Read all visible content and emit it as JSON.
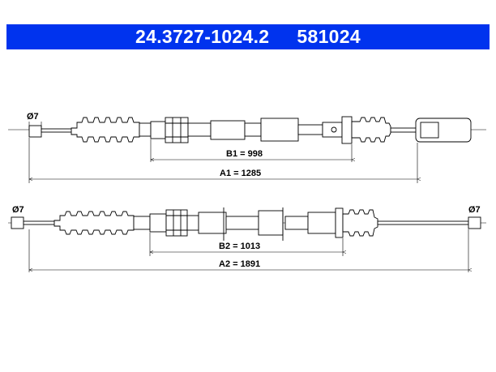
{
  "header": {
    "part_number": "24.3727-1024.2",
    "ref_number": "581024",
    "background_color": "#0033ee",
    "text_color": "#ffffff"
  },
  "cable_1": {
    "end_left_label": "Ø7",
    "dim_b": "B1 = 998",
    "dim_a": "A1 = 1285"
  },
  "cable_2": {
    "end_left_label": "Ø7",
    "end_right_label": "Ø7",
    "dim_b": "B2 = 1013",
    "dim_a": "A2 = 1891"
  }
}
